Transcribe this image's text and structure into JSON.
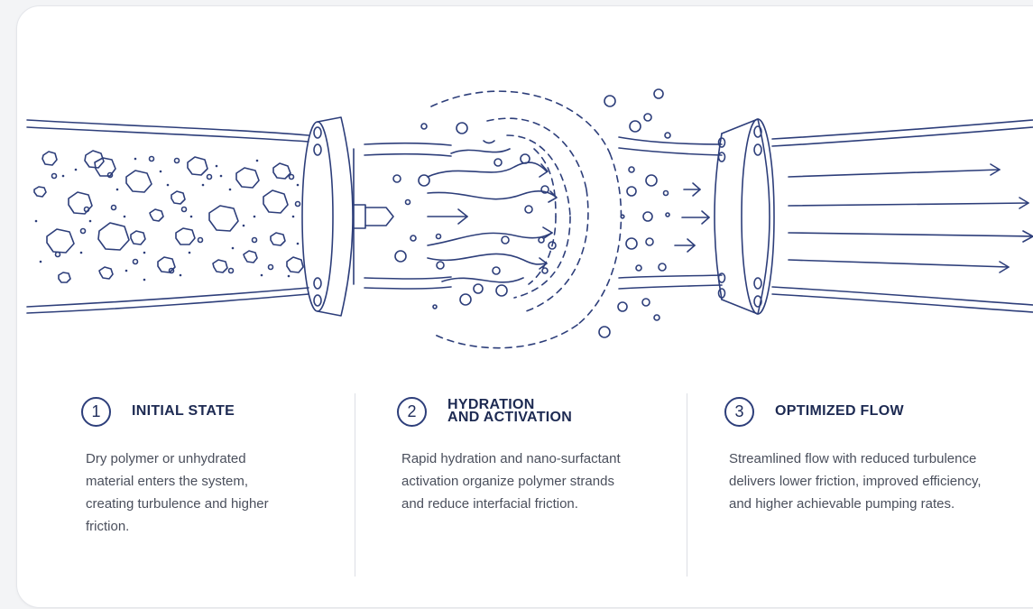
{
  "steps": [
    {
      "number": "1",
      "title": "INITIAL STATE",
      "description": "Dry polymer or unhydrated material enters the system, creating turbulence and higher friction."
    },
    {
      "number": "2",
      "title": "HYDRATION\nAND ACTIVATION",
      "description": "Rapid hydration and nano-surfactant activation organize polymer strands and reduce interfacial friction."
    },
    {
      "number": "3",
      "title": "OPTIMIZED FLOW",
      "description": "Streamlined flow with reduced turbulence delivers lower friction, improved efficiency, and higher achievable pumping rates."
    }
  ],
  "colors": {
    "line": "#2d3e7a",
    "text_dark": "#1d2a52",
    "text_body": "#4a4f5c"
  }
}
